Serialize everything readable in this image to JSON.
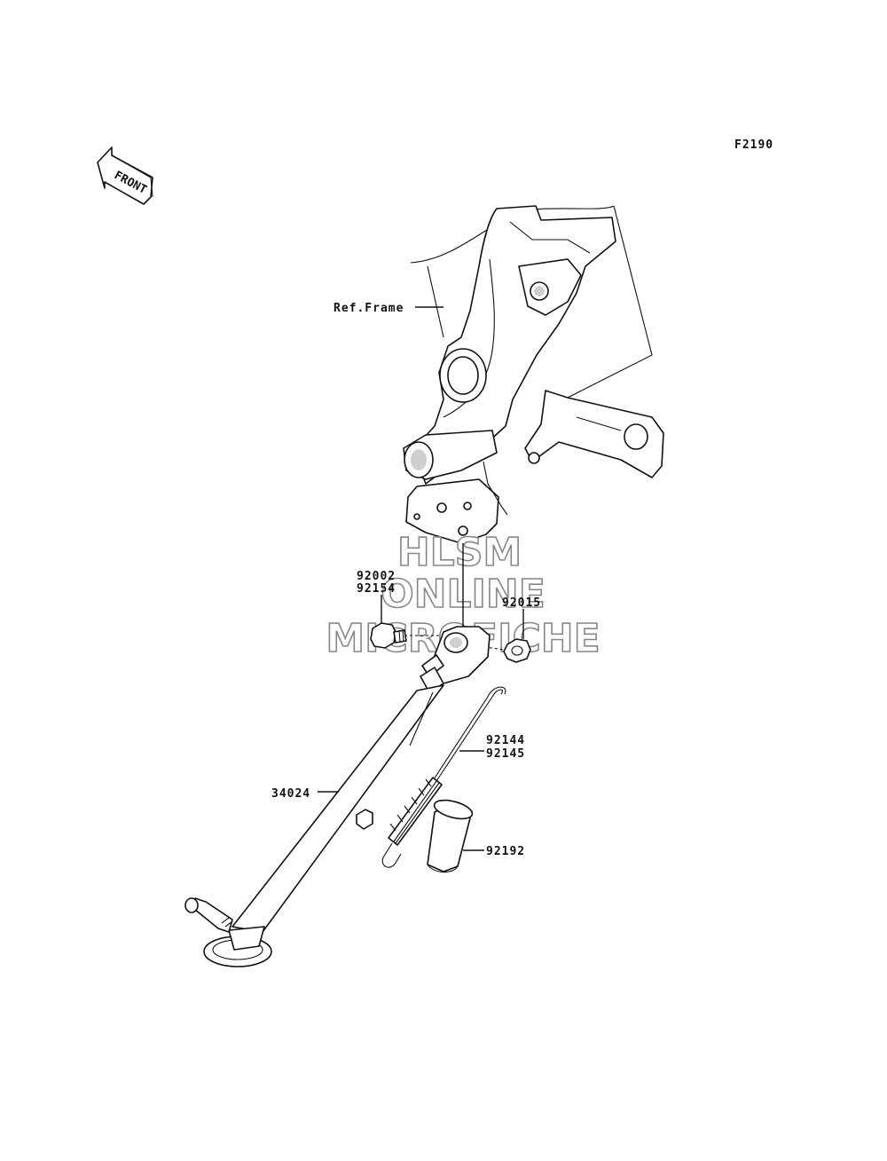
{
  "diagram": {
    "code": "F2190",
    "front_label": "FRONT",
    "ref_frame_label": "Ref.Frame",
    "parts": {
      "p92002": "92002",
      "p92154": "92154",
      "p92015": "92015",
      "p92144": "92144",
      "p92145": "92145",
      "p34024": "34024",
      "p92192": "92192"
    }
  },
  "watermark": {
    "line1": "HLSM",
    "line2": "ONLINE",
    "line3": "MICROFICHE"
  }
}
